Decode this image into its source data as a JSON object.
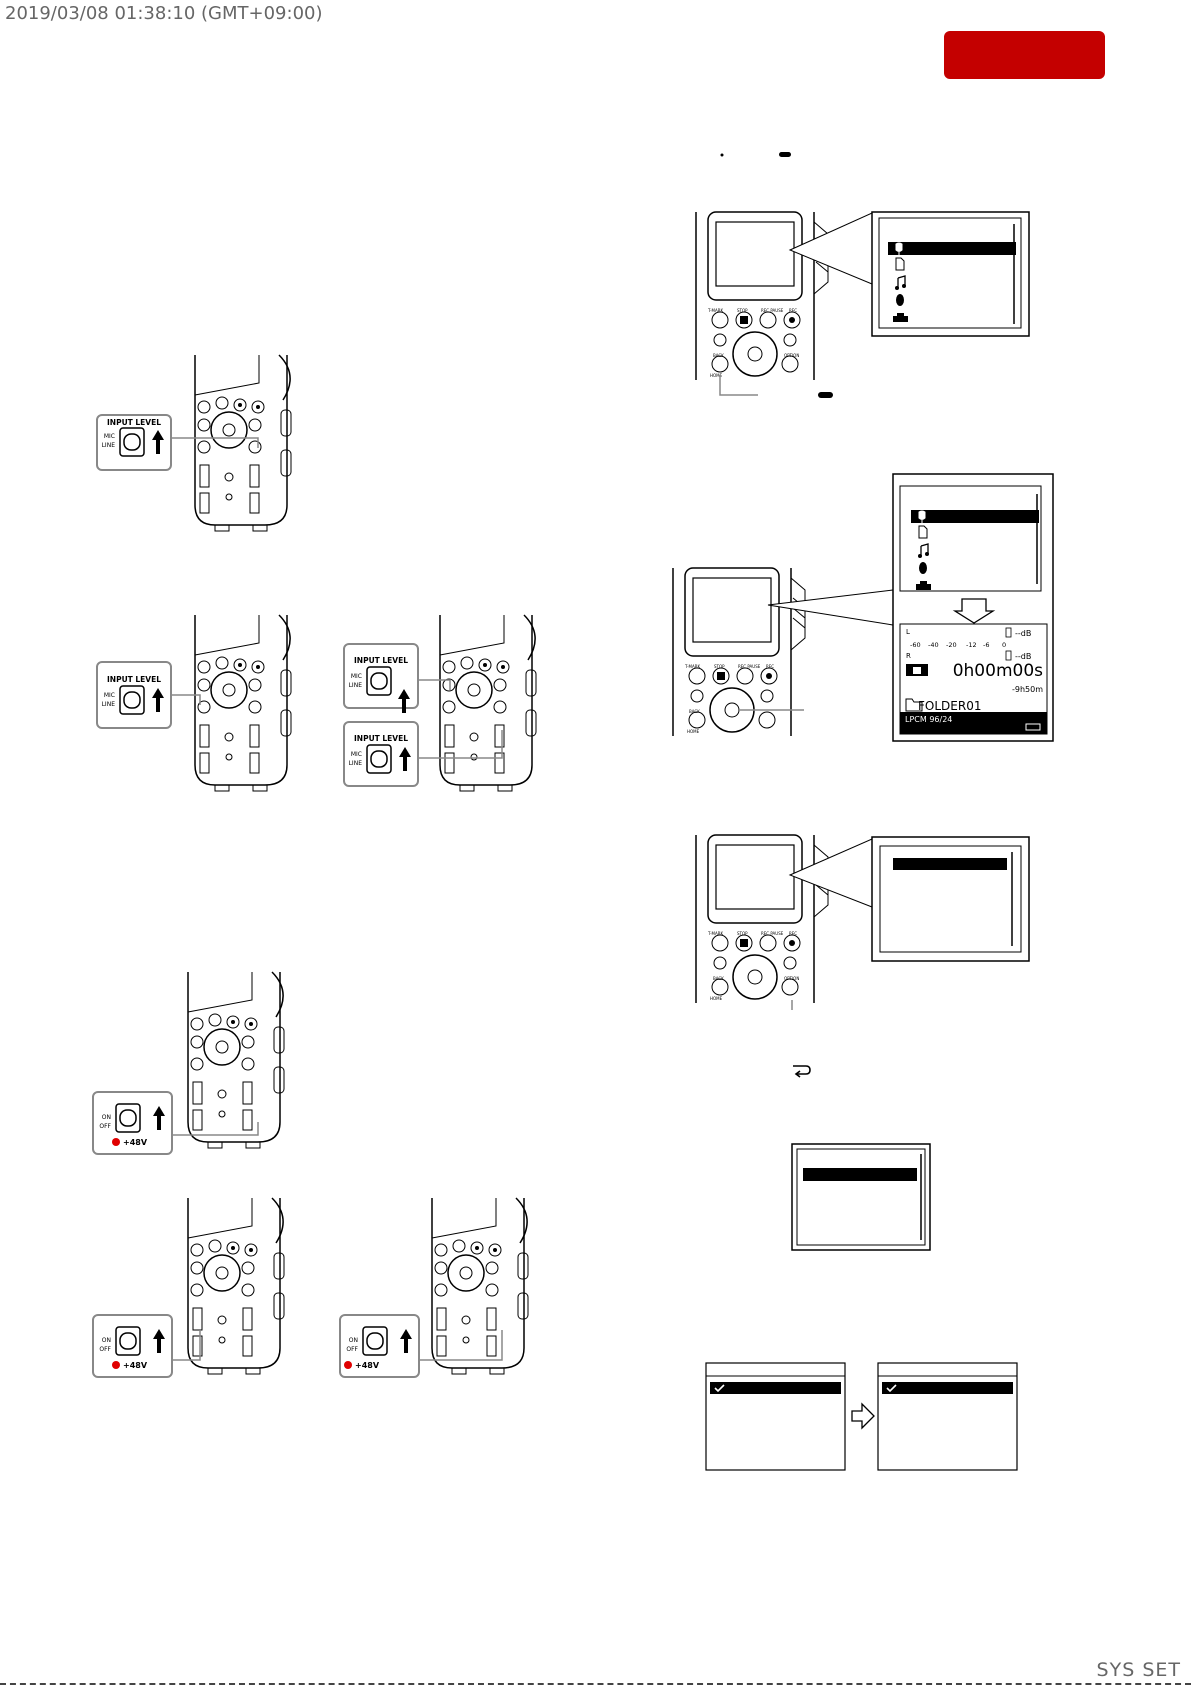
{
  "header": {
    "timestamp": "2019/03/08 01:38:10 (GMT+09:00)",
    "accent_color": "#c40000"
  },
  "switch_labels": {
    "input_level": "INPUT LEVEL",
    "mic": "MIC",
    "line": "LINE",
    "on": "ON",
    "off": "OFF",
    "phantom": "+48V"
  },
  "device_labels": {
    "t_mark": "T-MARK",
    "stop": "STOP",
    "rec_pause": "REC PAUSE",
    "rec": "REC",
    "back": "BACK",
    "home": "HOME",
    "option": "OPTION"
  },
  "rec_screen": {
    "left_ch": "L",
    "right_ch": "R",
    "meter_scale": [
      "-60",
      "-40",
      "-20",
      "-12",
      "-6",
      "0"
    ],
    "db_readout": "--dB",
    "db_unit": "dB",
    "time": "0h00m00s",
    "remaining": "-9h50m",
    "folder": "FOLDER01",
    "format": "LPCM 96/24"
  },
  "footer": {
    "code": "SYS SET"
  }
}
